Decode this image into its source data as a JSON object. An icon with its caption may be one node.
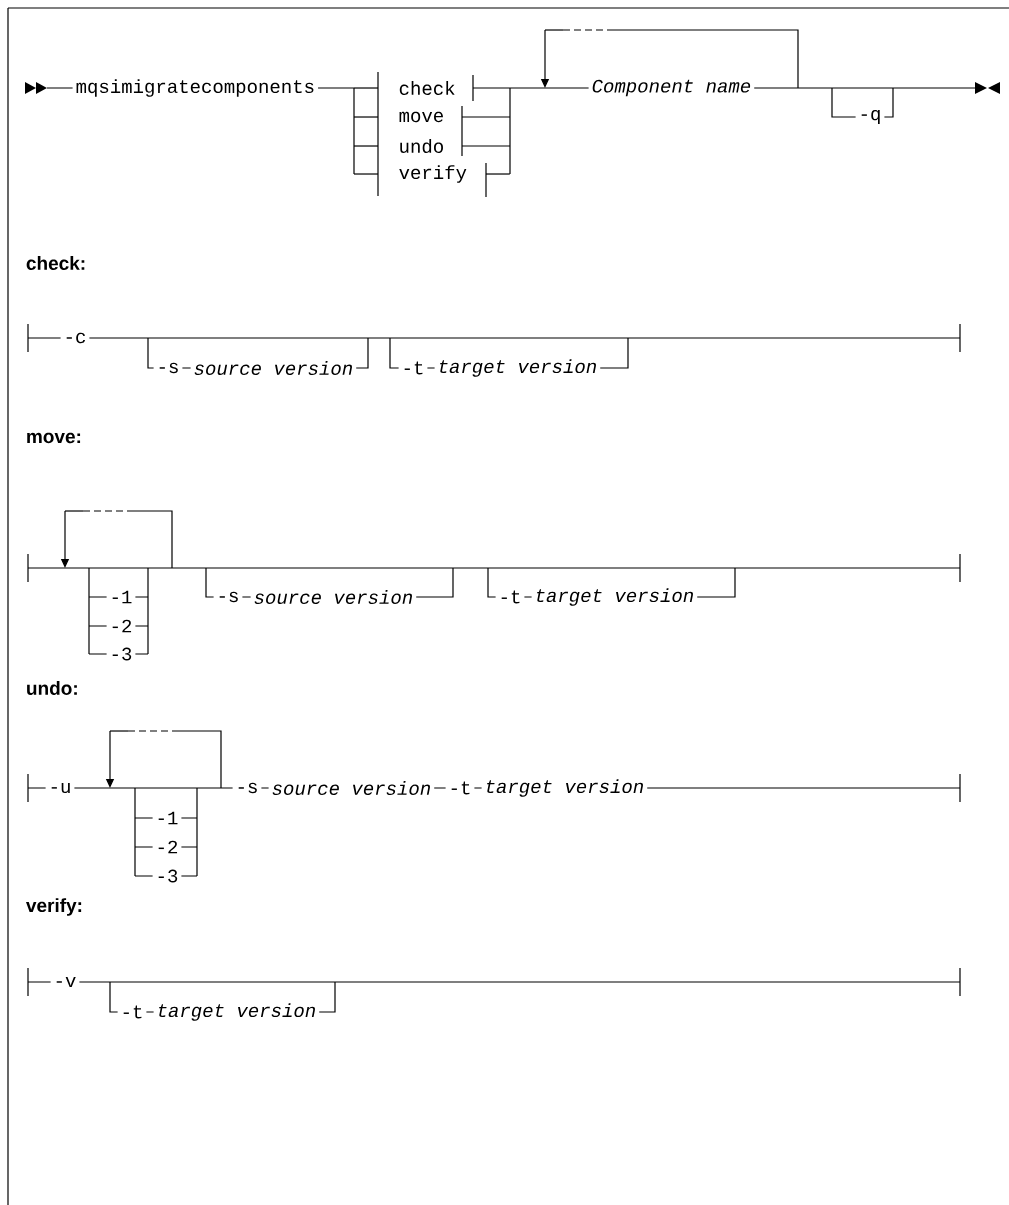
{
  "diagram": {
    "labels": [
      "mqsimigratecomponents",
      "check",
      "Component name",
      "move",
      "-q",
      "undo",
      "verify",
      "check:",
      "-c",
      "-s",
      "source version",
      "-t",
      "target version",
      "move:",
      "-1",
      "-s",
      "source version",
      "-t",
      "target version",
      "-2",
      "-3",
      "undo:",
      "-u",
      "-s",
      "source version",
      "-t",
      "target version",
      "-1",
      "-2",
      "-3",
      "verify:",
      "-v",
      "-t",
      "target version"
    ]
  }
}
